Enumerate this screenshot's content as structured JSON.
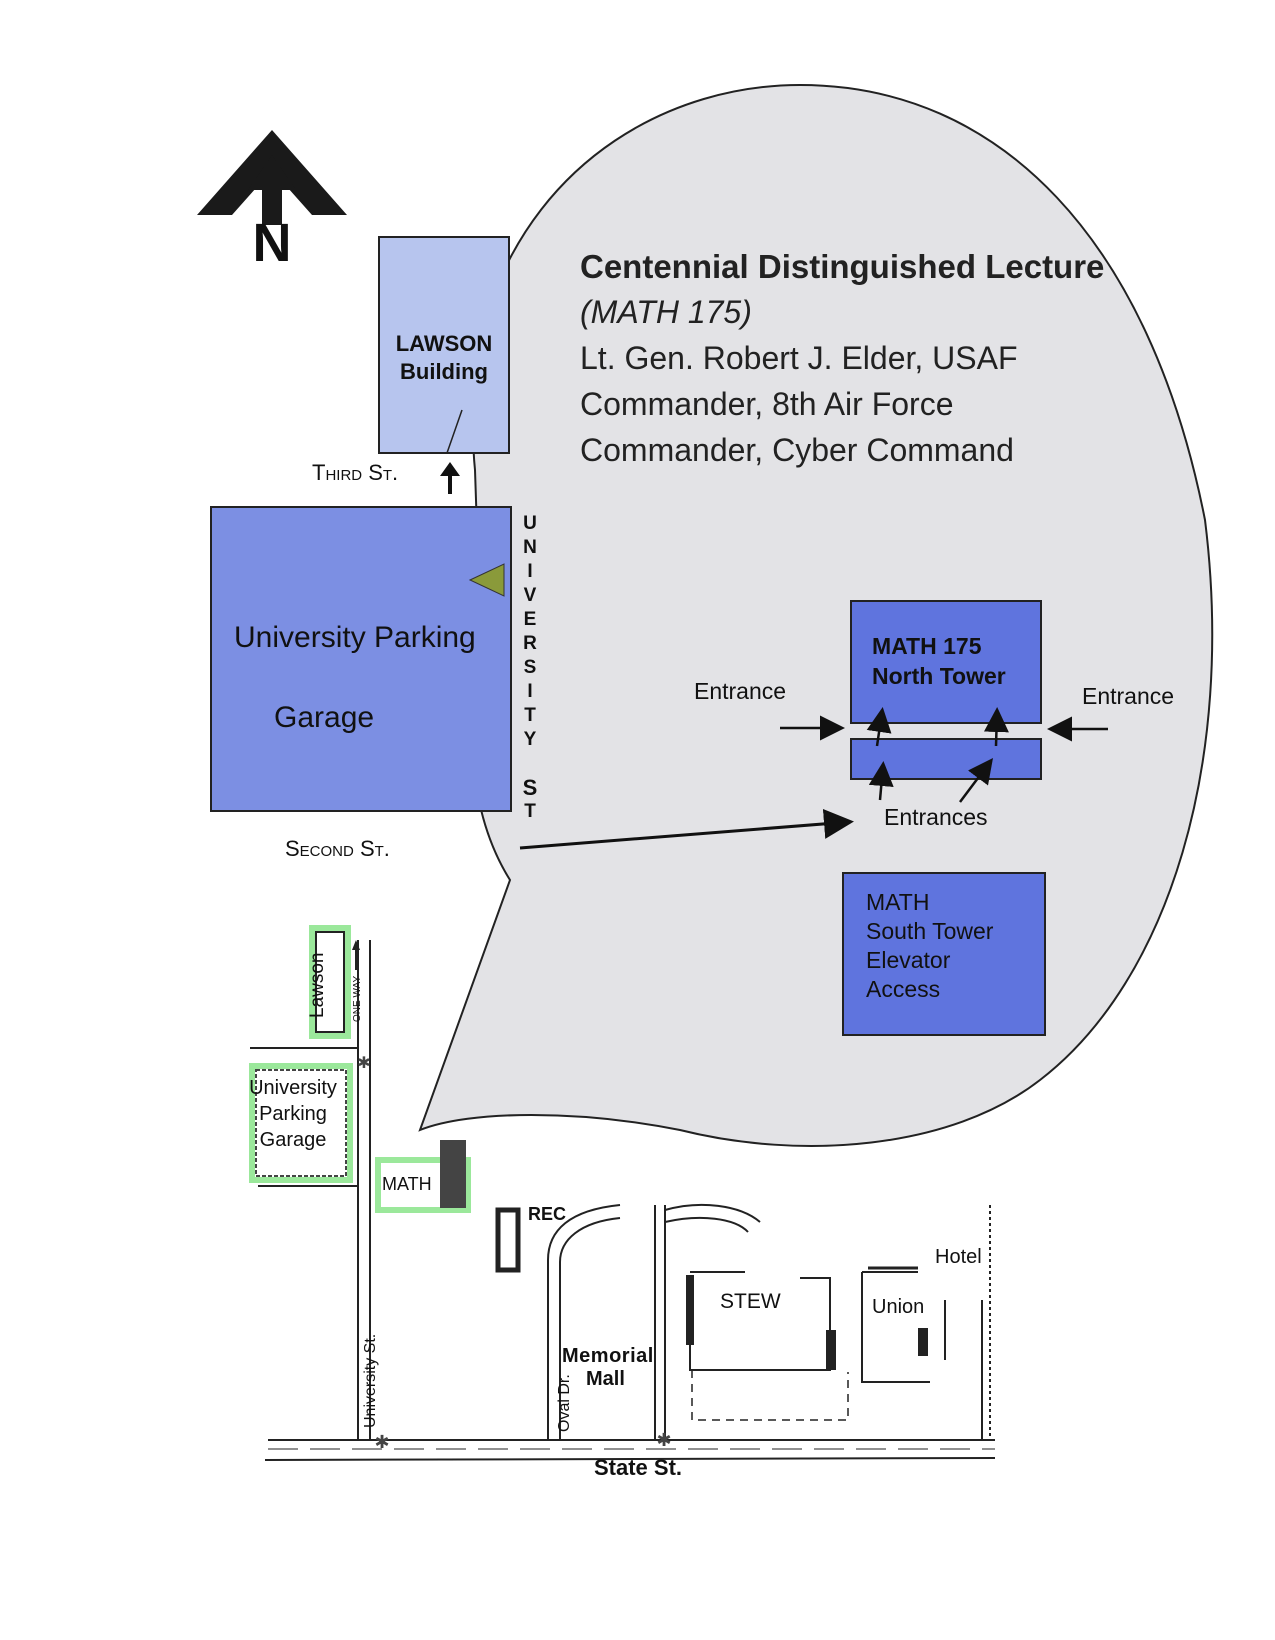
{
  "north": {
    "label": "N"
  },
  "lecture": {
    "title": "Centennial Distinguished Lecture",
    "course": "(MATH 175)",
    "lines": [
      "Lt. Gen. Robert J. Elder, USAF",
      "Commander, 8th Air Force",
      "Commander, Cyber Command"
    ]
  },
  "upper_map": {
    "lawson": "LAWSON Building",
    "lawson_line1": "LAWSON",
    "lawson_line2": "Building",
    "third_st": "Third St.",
    "second_st": "Second St.",
    "garage_line1": "University Parking",
    "garage_line2": "Garage",
    "university_st_letters": [
      "U",
      "N",
      "I",
      "V",
      "E",
      "R",
      "S",
      "I",
      "T",
      "Y"
    ],
    "st_letters": [
      "S",
      "T"
    ]
  },
  "callout": {
    "north_tower_line1": "MATH 175",
    "north_tower_line2": "North Tower",
    "entrance_left": "Entrance",
    "entrance_right": "Entrance",
    "entrances": "Entrances",
    "south_tower_lines": [
      "MATH",
      "South Tower",
      "Elevator",
      "Access"
    ]
  },
  "lower_map": {
    "lawson": "Lawson",
    "one_way": "ONE WAY",
    "garage_lines": [
      "University",
      "Parking",
      "Garage"
    ],
    "math": "MATH",
    "rec": "REC",
    "stew": "STEW",
    "hotel": "Hotel",
    "union": "Union",
    "memorial_mall_line1": "Memorial",
    "memorial_mall_line2": "Mall",
    "oval_dr": "Oval Dr.",
    "university_st": "University St.",
    "state_st": "State St."
  },
  "colors": {
    "light_blue": "#b7c5ee",
    "medium_blue": "#7c8fe3",
    "dark_blue": "#5f74de",
    "bubble": "#e3e3e6",
    "marker": "#8a9a3a",
    "highlight": "#9be89b"
  }
}
